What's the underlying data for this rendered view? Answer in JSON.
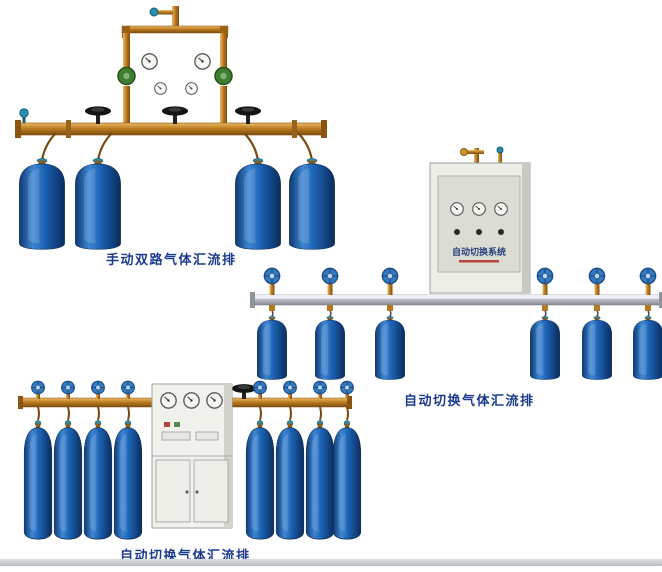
{
  "page": {
    "background_color": "#ffffff",
    "caption_color": "#1c3b8e"
  },
  "colors": {
    "cylinder_blue": "#1c62b4",
    "brass_pipe": "#bd7d22",
    "silver_pipe": "#b6bcc2",
    "cabinet_body": "#edeee8",
    "handwheel_blue": "#3579be",
    "handwheel_black": "#141414",
    "regulator_green": "#3f7d33",
    "valve_teal": "#2a8fae"
  },
  "products": [
    {
      "id": "manual-dual-manifold",
      "caption": "手动双路气体汇流排",
      "cylinder_count": 4
    },
    {
      "id": "auto-switch-manifold-with-cabinet",
      "caption": "自动切换气体汇流排",
      "cabinet_label": "自动切换系统",
      "cylinder_count": 6
    },
    {
      "id": "auto-switch-manifold-tall-cabinet",
      "caption": "自动切换气体汇流排",
      "cylinder_count": 8
    }
  ]
}
